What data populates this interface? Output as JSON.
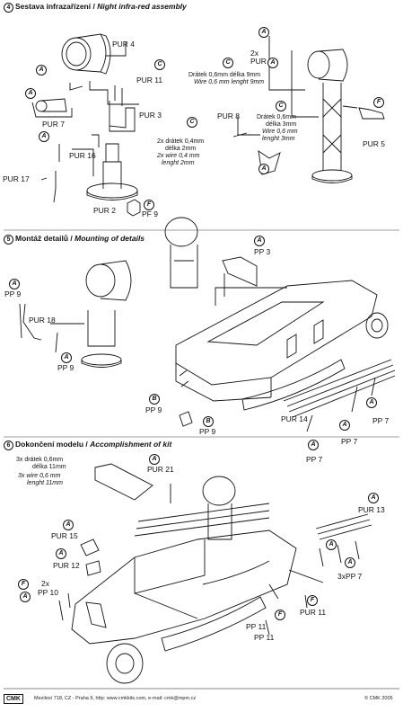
{
  "sections": {
    "s4": {
      "number": "4",
      "title": "Sestava infrazařízení /",
      "title_en": "Night infra-red assembly"
    },
    "s5": {
      "number": "5",
      "title": "Montáž detailů /",
      "title_en": "Mounting of details"
    },
    "s6": {
      "number": "6",
      "title": "Dokončení modelu /",
      "title_en": "Accomplishment of kit"
    }
  },
  "part_labels": {
    "pur4": "PUR 4",
    "pur11": "PUR 11",
    "pur3": "PUR 3",
    "pur7": "PUR 7",
    "pur16": "PUR 16",
    "pur17": "PUR 17",
    "pur2": "PUR 2",
    "pf9": "PF 9",
    "pur6": "PUR 6",
    "pur6_qty": "2x",
    "pur8": "PUR 8",
    "pur5": "PUR 5",
    "pp9a": "PP 9",
    "pur18": "PUR 18",
    "pp9b": "PP 9",
    "pp3": "PP 3",
    "pp9c": "PP 9",
    "pp9d": "PP 9",
    "pur14": "PUR 14",
    "pp7a": "PP 7",
    "pp7b": "PP 7",
    "pp7c": "PP 7",
    "pur21": "PUR 21",
    "pur15": "PUR 15",
    "pur12": "PUR 12",
    "pp10": "PP 10",
    "pp10_qty": "2x",
    "pur13": "PUR 13",
    "pp7x3": "3xPP 7",
    "pp11": "PP 11",
    "pur11b": "PUR 11"
  },
  "notes": {
    "wire9_cz": "Drátek   0,6mm délka 9mm",
    "wire9_en": "Wire   0,6 mm lenght 9mm",
    "wire3_cz1": "Drátek   0,6mm",
    "wire3_cz2": "délka 3mm",
    "wire3_en1": "Wire   0,6 mm",
    "wire3_en2": "lenght 3mm",
    "wire2_cz1": "2x drátek   0,4mm",
    "wire2_cz2": "délka 2mm",
    "wire2_en1": "2x wire   0,4 mm",
    "wire2_en2": "lenght 2mm",
    "wire11_cz1": "3x drátek   0,6mm",
    "wire11_cz2": "délka 11mm",
    "wire11_en1": "3x wire   0,6 mm",
    "wire11_en2": "lenght 11mm"
  },
  "badges": {
    "A": "A",
    "B": "B",
    "C": "C",
    "F": "F"
  },
  "footer": {
    "logo": "CMK",
    "address": "Mezilesí 718, CZ - Praha 9,  http: www.cmkkits.com, e-mail: cmk@mpm.cz",
    "copyright": "© CMK 2005"
  }
}
